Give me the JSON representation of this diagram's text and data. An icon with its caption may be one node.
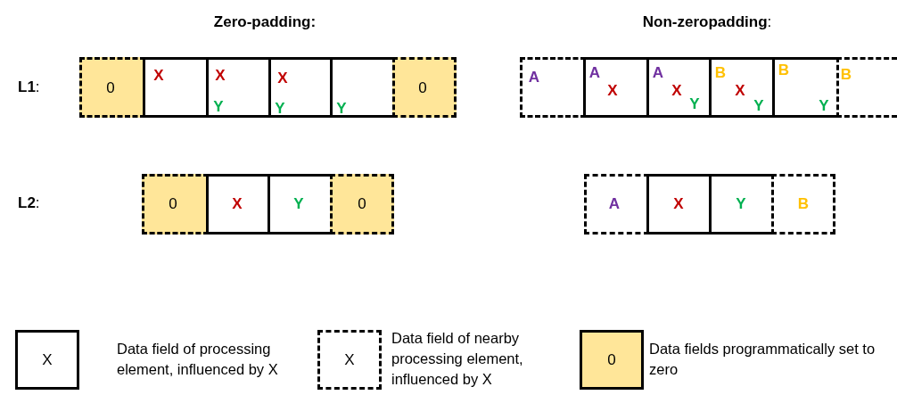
{
  "diagram": {
    "nodes": [
      {
        "text": [
          "0"
        ]
      },
      {
        "text": [
          "X"
        ]
      },
      {
        "text": [
          "X",
          "Y"
        ]
      },
      {
        "text": [
          "X",
          "Y"
        ]
      },
      {
        "text": [
          "Y"
        ]
      },
      {
        "text": [
          "0"
        ]
      },
      {
        "text": [
          "A"
        ]
      },
      {
        "text": [
          "A",
          "X"
        ]
      },
      {
        "text": [
          "A",
          "X",
          "Y"
        ]
      },
      {
        "text": [
          "B",
          "X",
          "Y"
        ]
      },
      {
        "text": [
          "B",
          "Y"
        ]
      },
      {
        "text": [
          "B"
        ]
      },
      {
        "text": [
          "0"
        ]
      },
      {
        "text": [
          "X"
        ]
      },
      {
        "text": [
          "Y"
        ]
      },
      {
        "text": [
          "0"
        ]
      },
      {
        "text": [
          "A"
        ]
      },
      {
        "text": [
          "X"
        ]
      },
      {
        "text": [
          "Y"
        ]
      },
      {
        "text": [
          "B"
        ]
      }
    ],
    "labels": [
      "Zero-padding:",
      "**Non-zeropadding**:",
      "**L1**:",
      "**L2**:",
      "X",
      "X",
      "0"
    ],
    "legend": [
      {
        "text": "Data field of processing element, influenced by X"
      },
      {
        "text": "Data field of nearby processing element, influenced by X"
      },
      {
        "text": "Data fields programmatically set to zero",
        "color": "#ffe699"
      }
    ]
  }
}
